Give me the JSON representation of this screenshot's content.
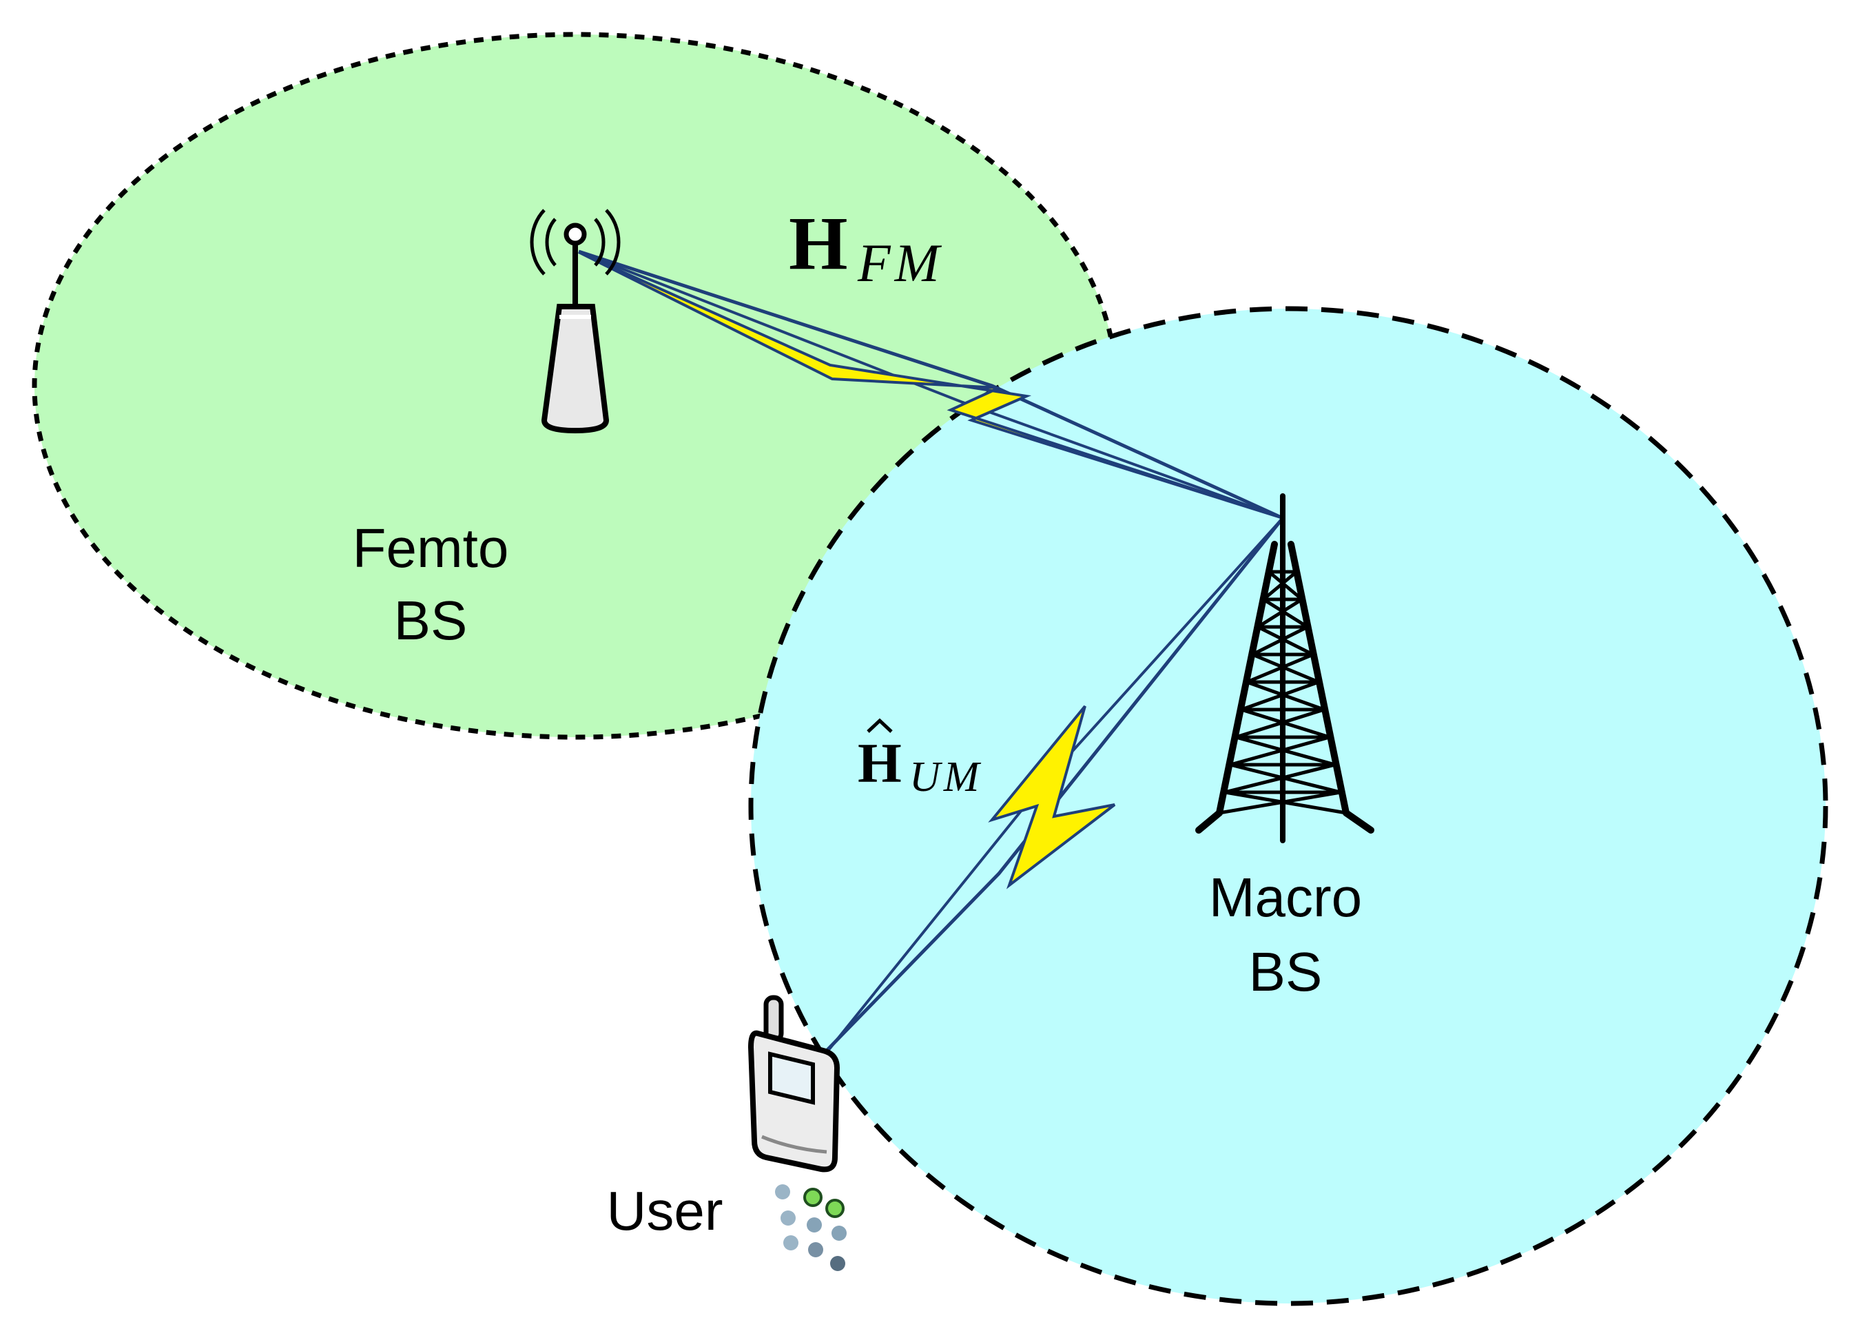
{
  "colors": {
    "femto_cell_fill": "#bdfbbc",
    "macro_cell_fill": "#bdfdfd",
    "cell_border": "#000000",
    "link_line": "#1f3f7a",
    "bolt_fill": "#fff200",
    "bolt_stroke": "#1f3f7a"
  },
  "labels": {
    "femto_line1": "Femto",
    "femto_line2": "BS",
    "macro_line1": "Macro",
    "macro_line2": "BS",
    "user": "User"
  },
  "channels": {
    "femto_macro": {
      "symbol": "H",
      "subscript": "FM",
      "hat": false
    },
    "user_macro": {
      "symbol": "H",
      "subscript": "UM",
      "hat": true
    }
  },
  "icons": {
    "femto": "femto-antenna-icon",
    "macro": "macro-tower-icon",
    "user": "mobile-phone-icon"
  }
}
